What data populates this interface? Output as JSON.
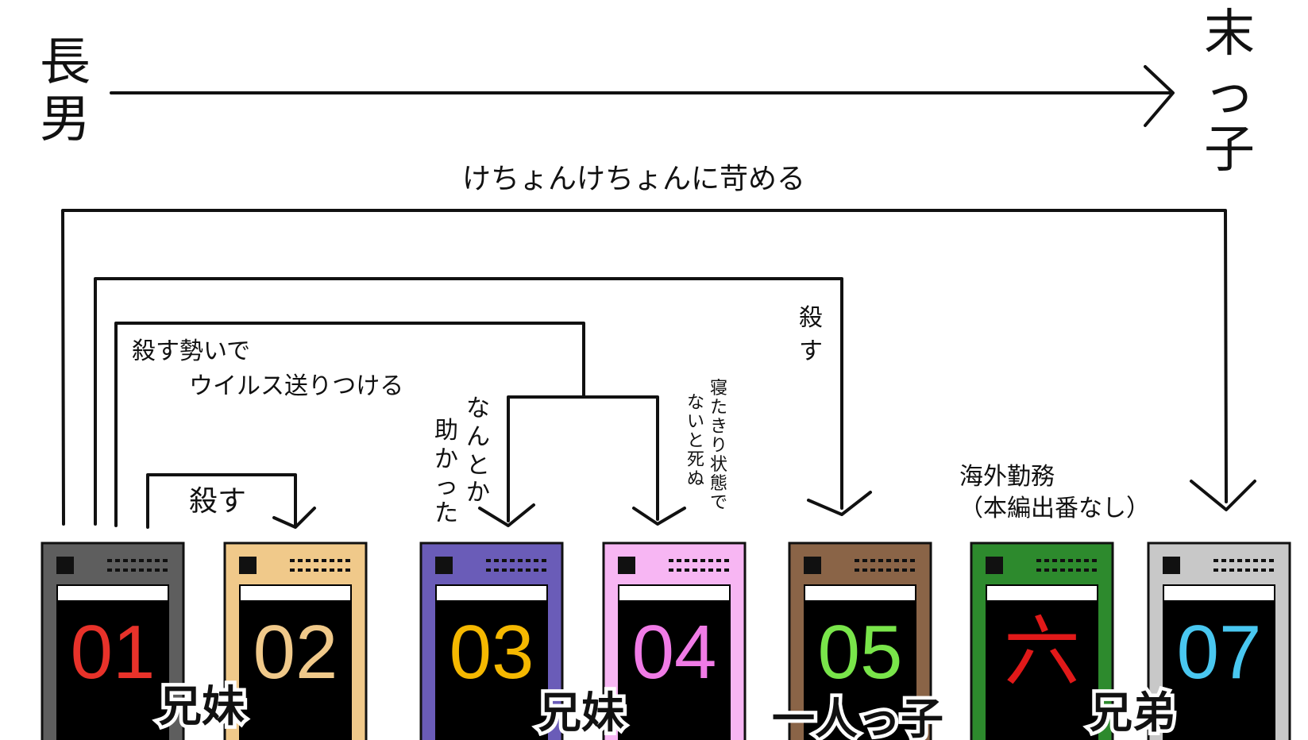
{
  "header": {
    "eldest": "長男",
    "youngest": "末っ子"
  },
  "relations": {
    "bully_all": "けちょんけちょんに苛める",
    "kill": "殺す",
    "kill_momentum_line1": "殺す勢いで",
    "kill_momentum_line2": "ウイルス送りつける",
    "survived": "なんとか助かった",
    "bedridden": "寝たきり状態でないと死ぬ",
    "kill_02": "殺す",
    "overseas_line1": "海外勤務",
    "overseas_line2": "（本編出番なし）"
  },
  "devices": [
    {
      "label": "01",
      "body_color": "#5e5e5e",
      "number_color": "#e8322a"
    },
    {
      "label": "02",
      "body_color": "#f0c98a",
      "number_color": "#f0c98a"
    },
    {
      "label": "03",
      "body_color": "#6a5cb8",
      "number_color": "#f5b800"
    },
    {
      "label": "04",
      "body_color": "#f7b6f3",
      "number_color": "#f07be6"
    },
    {
      "label": "05",
      "body_color": "#8a6447",
      "number_color": "#79e54a"
    },
    {
      "label": "六",
      "body_color": "#2d8a2d",
      "number_color": "#e11919"
    },
    {
      "label": "07",
      "body_color": "#c8c8c8",
      "number_color": "#49c7f0"
    }
  ],
  "groups": {
    "g1": "兄妹",
    "g2": "兄妹",
    "g3": "一人っ子",
    "g4": "兄弟"
  }
}
